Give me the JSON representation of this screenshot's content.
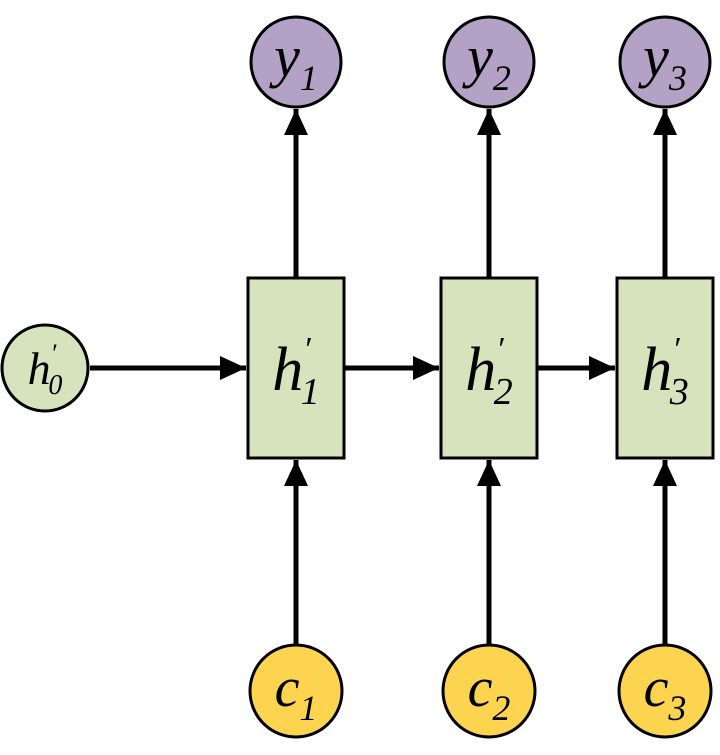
{
  "diagram": {
    "type": "rnn-decoder-graph",
    "colors": {
      "output": "#b3a2c6",
      "hidden": "#d6e3bc",
      "context": "#fdd44f",
      "stroke": "#000000"
    },
    "nodes": {
      "h0": {
        "base": "h",
        "prime": "′",
        "sub": "0"
      },
      "h1": {
        "base": "h",
        "prime": "′",
        "sub": "1"
      },
      "h2": {
        "base": "h",
        "prime": "′",
        "sub": "2"
      },
      "h3": {
        "base": "h",
        "prime": "′",
        "sub": "3"
      },
      "y1": {
        "base": "y",
        "sub": "1"
      },
      "y2": {
        "base": "y",
        "sub": "2"
      },
      "y3": {
        "base": "y",
        "sub": "3"
      },
      "c1": {
        "base": "c",
        "sub": "1"
      },
      "c2": {
        "base": "c",
        "sub": "2"
      },
      "c3": {
        "base": "c",
        "sub": "3"
      }
    },
    "edges": [
      {
        "from": "h0",
        "to": "h1"
      },
      {
        "from": "h1",
        "to": "h2"
      },
      {
        "from": "h2",
        "to": "h3"
      },
      {
        "from": "h1",
        "to": "y1"
      },
      {
        "from": "h2",
        "to": "y2"
      },
      {
        "from": "h3",
        "to": "y3"
      },
      {
        "from": "c1",
        "to": "h1"
      },
      {
        "from": "c2",
        "to": "h2"
      },
      {
        "from": "c3",
        "to": "h3"
      }
    ]
  }
}
